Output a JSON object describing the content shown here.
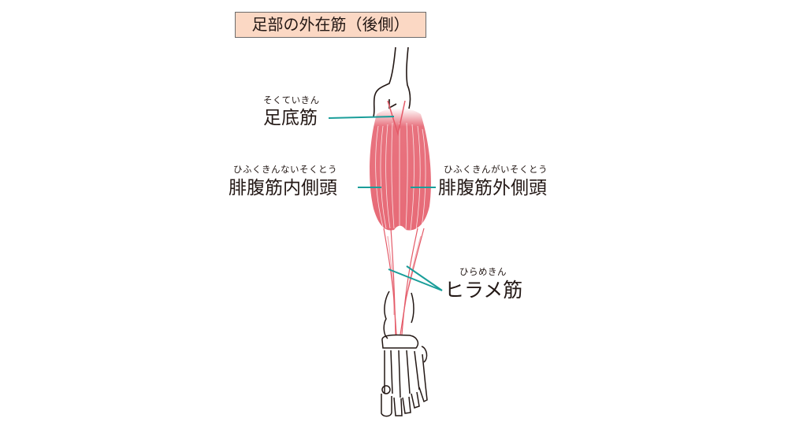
{
  "title": "足部の外在筋（後側）",
  "labels": {
    "plantaris": {
      "text": "足底筋",
      "ruby": "そくていきん"
    },
    "gastrocnemius_medial": {
      "text": "腓腹筋内側頭",
      "ruby": "ひふくきんないそくとう"
    },
    "gastrocnemius_lateral": {
      "text": "腓腹筋外側頭",
      "ruby": "ひふくきんがいそくとう"
    },
    "soleus": {
      "text": "ヒラメ筋",
      "ruby": "ひらめきん"
    }
  },
  "colors": {
    "leader": "#1a9e9a",
    "muscle": "#e45a68",
    "title_bg": "#fbd8c4"
  }
}
